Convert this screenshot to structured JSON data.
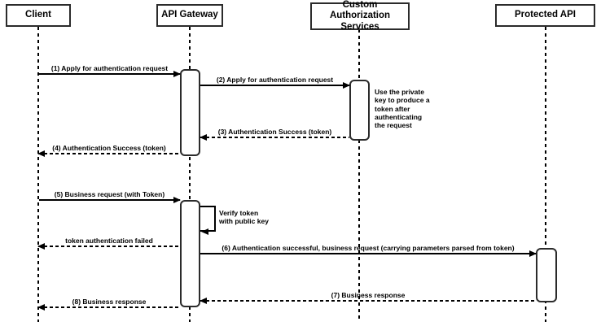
{
  "diagram": {
    "type": "uml-sequence-diagram",
    "colors": {
      "background": "#ffffff",
      "stroke": "#000000",
      "box_border": "#2b2b2b"
    }
  },
  "actors": [
    {
      "id": "client",
      "label": "Client"
    },
    {
      "id": "api-gateway",
      "label": "API Gateway"
    },
    {
      "id": "custom-authorization-services",
      "label": "Custom Authorization\nServices"
    },
    {
      "id": "protected-api",
      "label": "Protected API"
    }
  ],
  "messages": [
    {
      "label": "(1) Apply for authentication request",
      "from": "client",
      "to": "api-gateway",
      "line": "solid",
      "direction": "right"
    },
    {
      "label": "(2) Apply for authentication request",
      "from": "api-gateway",
      "to": "custom-authorization-services",
      "line": "solid",
      "direction": "right"
    },
    {
      "label": "(3) Authentication Success (token)",
      "from": "custom-authorization-services",
      "to": "api-gateway",
      "line": "dashed",
      "direction": "left"
    },
    {
      "label": "(4) Authentication Success (token)",
      "from": "api-gateway",
      "to": "client",
      "line": "dashed",
      "direction": "left"
    },
    {
      "label": "(5) Business request (with Token)",
      "from": "client",
      "to": "api-gateway",
      "line": "solid",
      "direction": "right"
    },
    {
      "label": "token authentication failed",
      "from": "api-gateway",
      "to": "client",
      "line": "dashed",
      "direction": "left"
    },
    {
      "label": "(6) Authentication successful, business request (carrying parameters parsed from token)",
      "from": "api-gateway",
      "to": "protected-api",
      "line": "solid",
      "direction": "right"
    },
    {
      "label": "(7) Business response",
      "from": "protected-api",
      "to": "api-gateway",
      "line": "dashed",
      "direction": "left"
    },
    {
      "label": "(8) Business response",
      "from": "api-gateway",
      "to": "client",
      "line": "dashed",
      "direction": "left"
    }
  ],
  "self_message": {
    "actor": "api-gateway",
    "label": "Verify token\nwith public key"
  },
  "notes": [
    {
      "attached_to": "custom-authorization-services",
      "text": "Use the private\nkey to produce a\ntoken after\nauthenticating\nthe request"
    }
  ]
}
